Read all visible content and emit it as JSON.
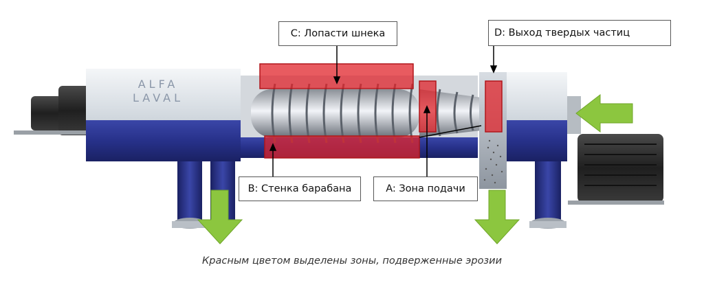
{
  "labels": {
    "c": "C: Лопасти шнека",
    "d": "D: Выход твердых частиц",
    "b": "B: Стенка барабана",
    "a": "A: Зона подачи"
  },
  "logo": {
    "line1": "ALFA",
    "line2": "LAVAL"
  },
  "caption": "Красным цветом выделены зоны, подверженные эрозии",
  "colors": {
    "highlight": "#e0242b",
    "arrow": "#8cc63f",
    "body_blue": "#27318a",
    "motor": "#2a2a2a"
  },
  "icons": [
    "inlet-arrow-icon",
    "outlet-arrow-icon",
    "motor-icon",
    "logo-icon"
  ]
}
